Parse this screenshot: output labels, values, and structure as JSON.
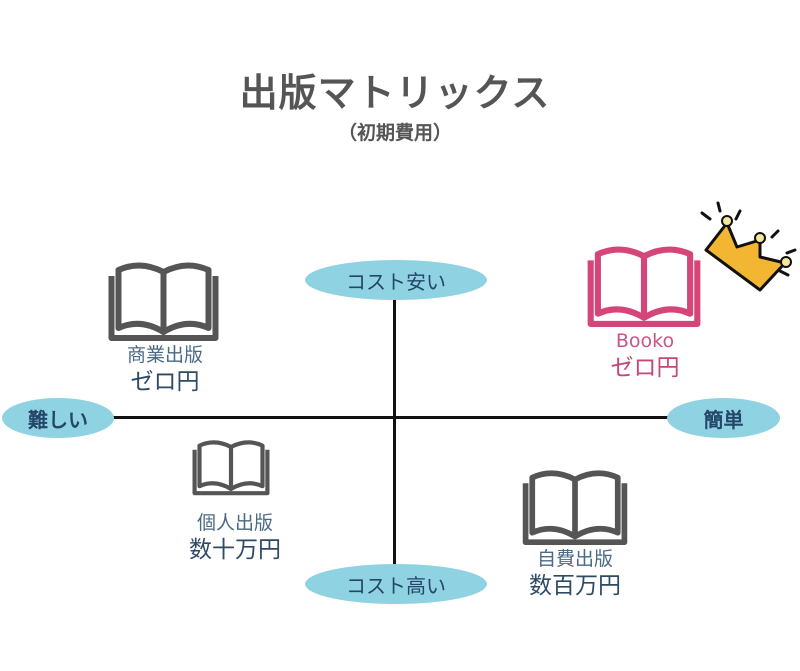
{
  "title": "出版マトリックス",
  "subtitle": "（初期費用）",
  "axes": {
    "top": "コスト安い",
    "bottom": "コスト高い",
    "left": "難しい",
    "right": "簡単"
  },
  "items": [
    {
      "name": "商業出版",
      "cost": "ゼロ円"
    },
    {
      "name": "Booko",
      "cost": "ゼロ円"
    },
    {
      "name": "個人出版",
      "cost": "数十万円"
    },
    {
      "name": "自費出版",
      "cost": "数百万円"
    }
  ],
  "colors": {
    "pill": "#8fd3e2",
    "pill_text": "#24466a",
    "book": "#555555",
    "highlight": "#d6457a",
    "crown": "#f2b632"
  }
}
